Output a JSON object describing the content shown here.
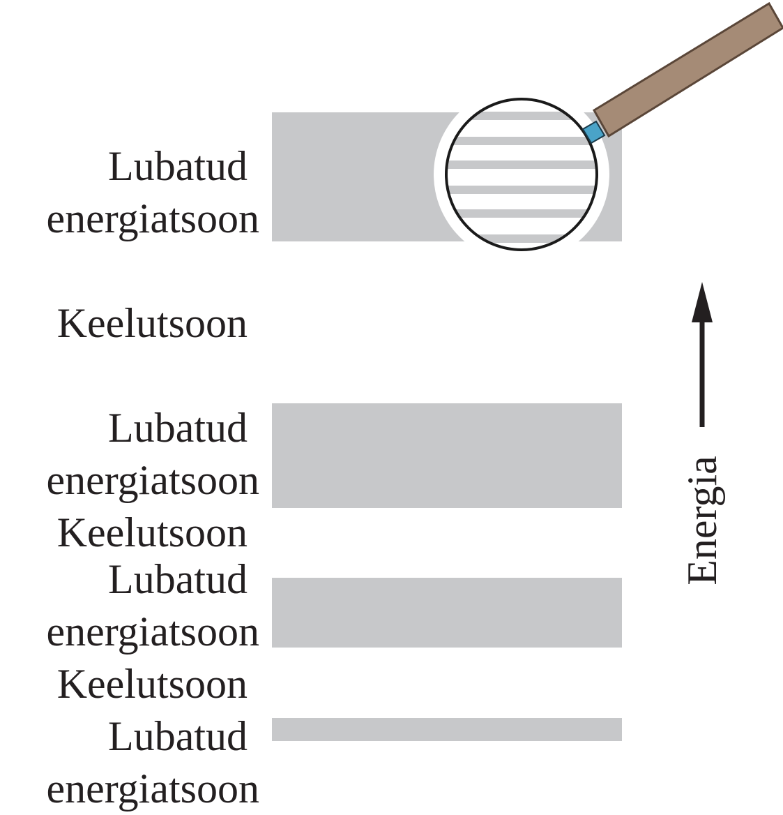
{
  "labels": {
    "allowed_line1": "Lubatud",
    "allowed_line2": "energiatsoon",
    "forbidden": "Keelutsoon",
    "axis": "Energia"
  },
  "colors": {
    "band": "#c7c8ca",
    "text": "#231f20",
    "handle": "#a58b76",
    "handle_stroke": "#5a4638",
    "lens_neck": "#4aa3c8",
    "lens_rim": "#1a1a1a"
  },
  "icons": {
    "magnifier": "magnifying-glass-icon",
    "arrow": "arrow-up-icon"
  }
}
